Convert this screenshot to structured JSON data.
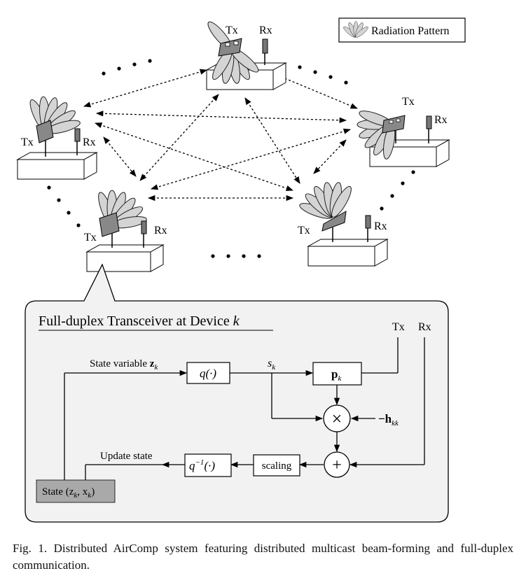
{
  "legend": {
    "label": "Radiation Pattern",
    "icon": "radiation-pattern-icon"
  },
  "devices": {
    "top": {
      "tx": "Tx",
      "rx": "Rx"
    },
    "left": {
      "tx": "Tx",
      "rx": "Rx"
    },
    "right": {
      "tx": "Tx",
      "rx": "Rx"
    },
    "lower_left": {
      "tx": "Tx",
      "rx": "Rx"
    },
    "lower_right": {
      "tx": "Tx",
      "rx": "Rx"
    }
  },
  "transceiver": {
    "title_prefix": "Full-duplex Transceiver at Device ",
    "title_var": "k",
    "tx": "Tx",
    "rx": "Rx",
    "state_variable_label": "State variable ",
    "state_variable_sym": "z",
    "state_variable_sub": "k",
    "q_block": "q(·)",
    "s_label": "s",
    "s_sub": "k",
    "p_block": "p",
    "p_sub": "k",
    "multiply": "×",
    "h_label": "−h",
    "h_sub": "kk",
    "adder": "+",
    "scaling_block": "scaling",
    "qinv_block": "q",
    "qinv_sup": "−1",
    "qinv_arg": "(·)",
    "update_label": "Update state",
    "state_box": "State (z",
    "state_box_sub1": "k",
    "state_box_mid": ", x",
    "state_box_sub2": "k",
    "state_box_end": ")"
  },
  "caption": "Fig. 1.   Distributed AirComp system featuring distributed multicast beam-forming and full-duplex communication.",
  "colors": {
    "lobe": "#d4d4d4",
    "panel": "#f2f2f2",
    "state_box": "#a9a9a9",
    "antenna": "#777777"
  }
}
